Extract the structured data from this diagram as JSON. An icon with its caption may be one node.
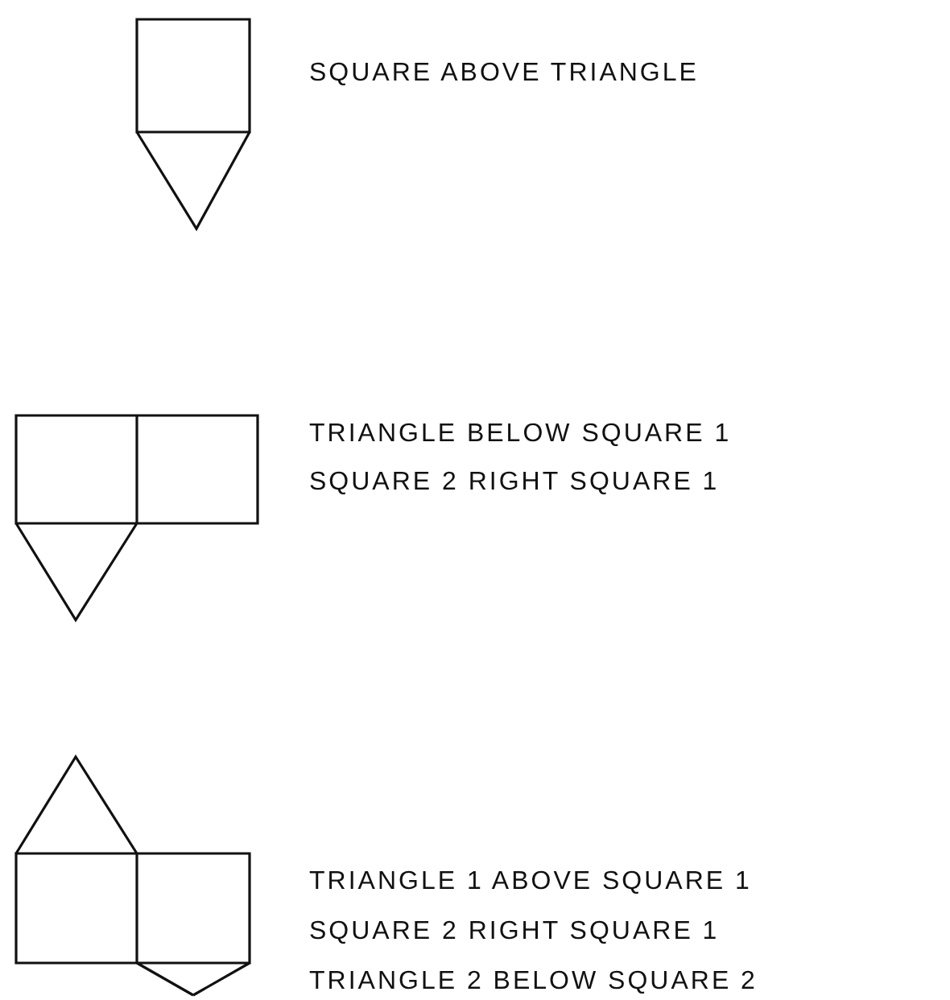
{
  "diagram": {
    "labels": [
      "SQUARE ABOVE TRIANGLE",
      "TRIANGLE BELOW SQUARE 1",
      "SQUARE 2 RIGHT SQUARE 1",
      "TRIANGLE 1 ABOVE SQUARE 1",
      "SQUARE 2 RIGHT SQUARE 1",
      "TRIANGLE 2 BELOW SQUARE 2"
    ]
  }
}
